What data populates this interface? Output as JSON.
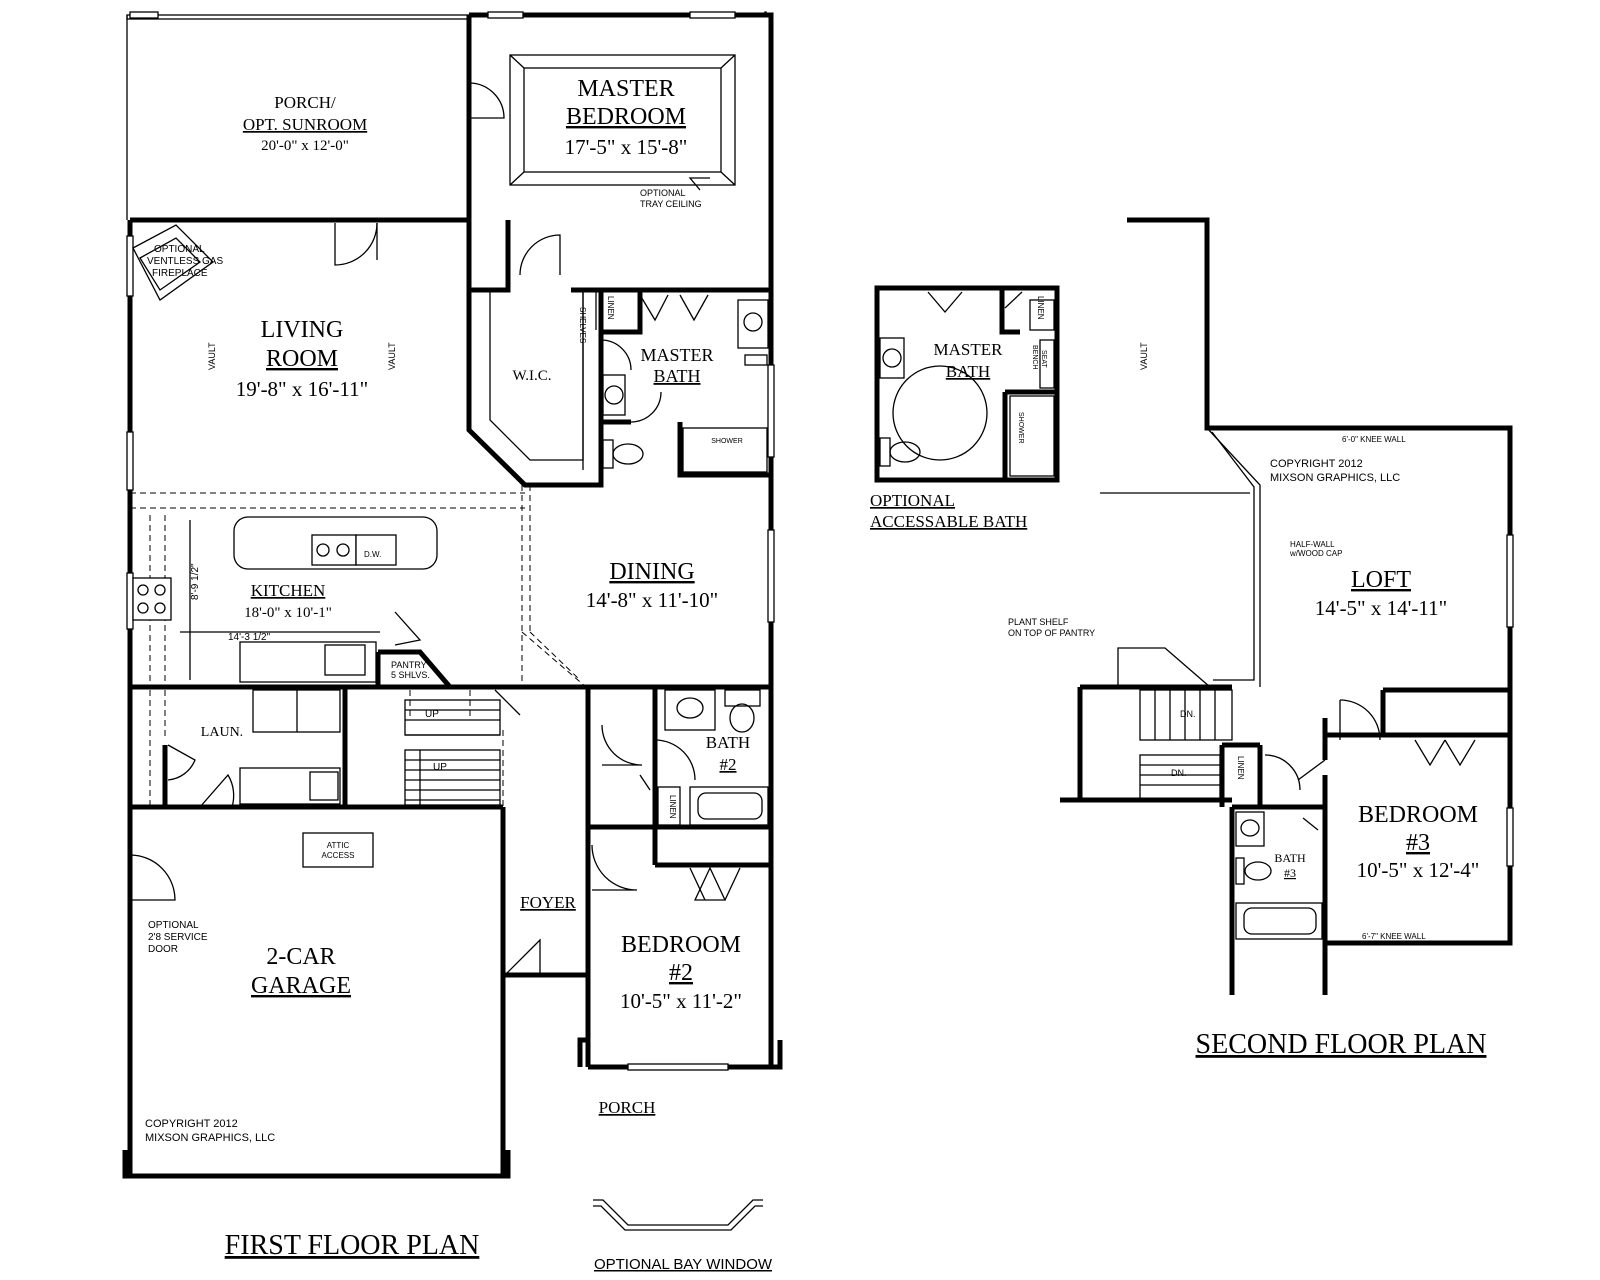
{
  "first_floor": {
    "title": "FIRST FLOOR PLAN",
    "porch_sunroom": {
      "line1": "PORCH/",
      "line2": "OPT. SUNROOM",
      "dims": "20'-0\" x 12'-0\""
    },
    "master_bedroom": {
      "line1": "MASTER",
      "line2": "BEDROOM",
      "dims": "17'-5\" x 15'-8\""
    },
    "tray_note": {
      "line1": "OPTIONAL",
      "line2": "TRAY CEILING"
    },
    "fireplace_note": {
      "line1": "OPTIONAL",
      "line2": "VENTLESS GAS",
      "line3": "FIREPLACE"
    },
    "living_room": {
      "line1": "LIVING",
      "line2": "ROOM",
      "dims": "19'-8\" x 16'-11\""
    },
    "vault": "VAULT",
    "wic": "W.I.C.",
    "shelves": "SHELVES",
    "linen": "LINEN",
    "master_bath": {
      "line1": "MASTER",
      "line2": "BATH"
    },
    "shower": "SHOWER",
    "kitchen": {
      "label": "KITCHEN",
      "dims": "18'-0\" x 10'-1\""
    },
    "kitchen_dim_vertical": "8'-9 1/2\"",
    "kitchen_dim_horizontal": "14'-3 1/2\"",
    "dw": "D.W.",
    "pantry": {
      "line1": "PANTRY",
      "line2": "5 SHLVS."
    },
    "dining": {
      "label": "DINING",
      "dims": "14'-8\" x 11'-10\""
    },
    "laundry": "LAUN.",
    "up": "UP",
    "bath2": {
      "line1": "BATH",
      "line2": "#2"
    },
    "attic": {
      "line1": "ATTIC",
      "line2": "ACCESS"
    },
    "service_door": {
      "line1": "OPTIONAL",
      "line2": "2'8 SERVICE",
      "line3": "DOOR"
    },
    "garage": {
      "line1": "2-CAR",
      "line2": "GARAGE"
    },
    "foyer": "FOYER",
    "bedroom2": {
      "line1": "BEDROOM",
      "line2": "#2",
      "dims": "10'-5\" x 11'-2\""
    },
    "porch": "PORCH",
    "copyright": {
      "line1": "COPYRIGHT  2012",
      "line2": "MIXSON  GRAPHICS,  LLC"
    },
    "bay_window": "OPTIONAL  BAY  WINDOW"
  },
  "optional_bath": {
    "master_bath": {
      "line1": "MASTER",
      "line2": "BATH"
    },
    "linen": "LINEN",
    "bench": {
      "line1": "BENCH",
      "line2": "SEAT"
    },
    "shower": "SHOWER",
    "caption": {
      "line1": "OPTIONAL",
      "line2": "ACCESSABLE BATH"
    }
  },
  "second_floor": {
    "title": "SECOND FLOOR PLAN",
    "vault": "VAULT",
    "knee_wall_top": "6'-0\"  KNEE  WALL",
    "copyright": {
      "line1": "COPYRIGHT  2012",
      "line2": "MIXSON  GRAPHICS,  LLC"
    },
    "half_wall": {
      "line1": "HALF-WALL",
      "line2": "w/WOOD CAP"
    },
    "loft": {
      "label": "LOFT",
      "dims": "14'-5\" x 14'-11\""
    },
    "plant_shelf": {
      "line1": "PLANT  SHELF",
      "line2": "ON  TOP  OF  PANTRY"
    },
    "dn": "DN.",
    "linen": "LINEN",
    "bedroom3": {
      "line1": "BEDROOM",
      "line2": "#3",
      "dims": "10'-5\" x 12'-4\""
    },
    "bath3": {
      "line1": "BATH",
      "line2": "#3"
    },
    "knee_wall_bottom": "6'-7\"  KNEE  WALL"
  }
}
